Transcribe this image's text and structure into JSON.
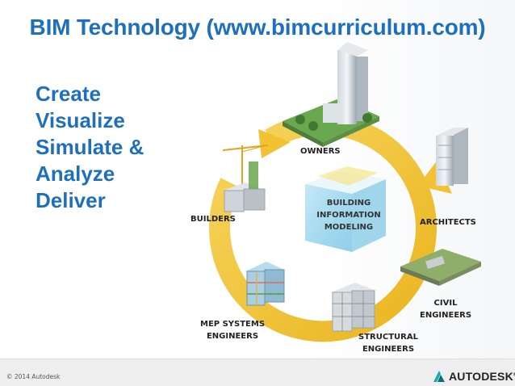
{
  "title": "BIM Technology (www.bimcurriculum.com)",
  "verbs": [
    "Create",
    "Visualize",
    "Simulate &",
    "Analyze",
    "Deliver"
  ],
  "center": {
    "line1": "BUILDING",
    "line2": "INFORMATION",
    "line3": "MODELING"
  },
  "stakeholders": {
    "owners": "OWNERS",
    "architects": "ARCHITECTS",
    "civil_1": "CIVIL",
    "civil_2": "ENGINEERS",
    "structural_1": "STRUCTURAL",
    "structural_2": "ENGINEERS",
    "mep_1": "MEP SYSTEMS",
    "mep_2": "ENGINEERS",
    "builders": "BUILDERS"
  },
  "footer": {
    "copyright": "© 2014 Autodesk",
    "logo": "AUTODESK",
    "logo_mark": "®"
  },
  "colors": {
    "title": "#1f6fbf",
    "arrow": "#f2c233",
    "cube": "#7fc8e8"
  },
  "icons": [
    "circular-arrow-icon",
    "bim-cube-icon",
    "autodesk-logo-icon",
    "building-icon",
    "crane-icon"
  ]
}
